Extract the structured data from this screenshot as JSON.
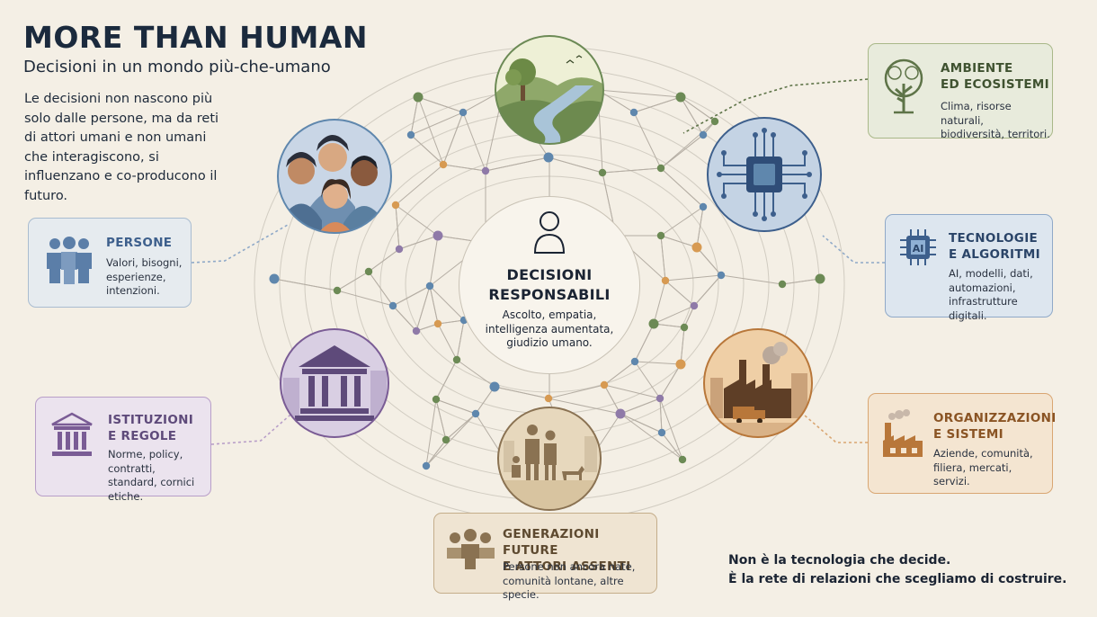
{
  "header": {
    "title": "MORE THAN HUMAN",
    "subtitle": "Decisioni in un mondo più-che-umano",
    "intro": "Le decisioni non nascono più solo dalle persone, ma da reti di attori umani e non umani che interagiscono, si influenzano e co-producono il futuro."
  },
  "center": {
    "icon": "person-outline-icon",
    "title_line1": "DECISIONI",
    "title_line2": "RESPONSABILI",
    "desc": "Ascolto, empatia, intelligenza aumentata, giudizio umano."
  },
  "cards": {
    "persone": {
      "title": "PERSONE",
      "desc": "Valori, bisogni, esperienze, intenzioni.",
      "icon": "people-group-icon",
      "color": "#5b7ea8"
    },
    "istituzioni": {
      "title_line1": "ISTITUZIONI",
      "title_line2": "E REGOLE",
      "desc": "Norme, policy, contratti, standard, cornici etiche.",
      "icon": "institution-building-icon",
      "color": "#7a5c95"
    },
    "ambiente": {
      "title_line1": "AMBIENTE",
      "title_line2": "ED ECOSISTEMI",
      "desc": "Clima, risorse naturali, biodiversità, territori.",
      "icon": "tree-icon",
      "color": "#5e7448"
    },
    "tecnologie": {
      "title_line1": "TECNOLOGIE",
      "title_line2": "E ALGORITMI",
      "desc": "AI, modelli, dati, automazioni, infrastrutture digitali.",
      "icon": "ai-chip-icon",
      "color": "#3d5f8c"
    },
    "organizzazioni": {
      "title_line1": "ORGANIZZAZIONI",
      "title_line2": "E SISTEMI",
      "desc": "Aziende, comunità, filiera, mercati, servizi.",
      "icon": "factory-icon",
      "color": "#b8773a"
    },
    "generazioni": {
      "title_line1": "GENERAZIONI FUTURE",
      "title_line2": "E ATTORI ASSENTI",
      "desc": "Persone non ancora nate, comunità lontane, altre specie.",
      "icon": "future-people-icon",
      "color": "#8a7252"
    }
  },
  "illustrations": {
    "landscape": "landscape-illustration",
    "people": "people-illustration",
    "circuit": "circuit-illustration",
    "institution": "institution-illustration",
    "factory": "factory-illustration",
    "family": "family-illustration"
  },
  "tagline": {
    "line1": "Non è la tecnologia che decide.",
    "line2": "È la rete di relazioni che scegliamo di costruire."
  },
  "colors": {
    "background": "#f4efe5",
    "node_green": "#6c8a55",
    "node_blue": "#5f87ad",
    "node_orange": "#d79a52",
    "node_purple": "#8f7aa8",
    "edge": "#b5aea4"
  }
}
